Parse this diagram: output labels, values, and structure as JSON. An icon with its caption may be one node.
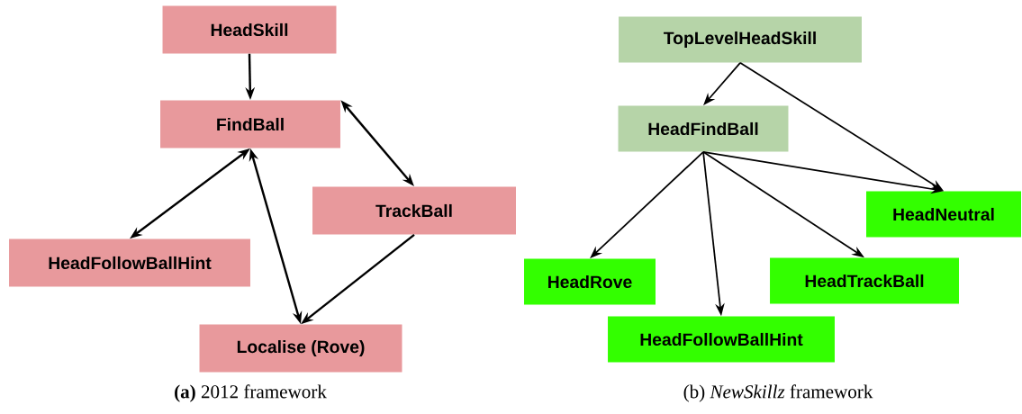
{
  "diagram": {
    "nodes": [
      {
        "text": [
          "HeadSkill"
        ]
      },
      {
        "text": [
          "FindBall"
        ]
      },
      {
        "text": [
          "TrackBall"
        ]
      },
      {
        "text": [
          "HeadFollowBallHint"
        ]
      },
      {
        "text": [
          "Localise (Rove)"
        ]
      },
      {
        "text": [
          "TopLevelHeadSkill"
        ]
      },
      {
        "text": [
          "HeadFindBall"
        ]
      },
      {
        "text": [
          "HeadNeutral"
        ]
      },
      {
        "text": [
          "HeadRove"
        ]
      },
      {
        "text": [
          "HeadTrackBall"
        ]
      },
      {
        "text": [
          "HeadFollowBallHint"
        ]
      }
    ],
    "edges": [
      {
        "from": 0,
        "to": 1,
        "arrow": "to"
      },
      {
        "from": 1,
        "to": 2,
        "arrow": "both"
      },
      {
        "from": 1,
        "to": 3,
        "arrow": "both"
      },
      {
        "from": 1,
        "to": 4,
        "arrow": "both"
      },
      {
        "from": 2,
        "to": 4,
        "arrow": "to"
      },
      {
        "from": 5,
        "to": 6,
        "arrow": "to"
      },
      {
        "from": 5,
        "to": 7,
        "arrow": "to"
      },
      {
        "from": 6,
        "to": 7,
        "arrow": "to"
      },
      {
        "from": 6,
        "to": 8,
        "arrow": "to"
      },
      {
        "from": 6,
        "to": 10,
        "arrow": "to"
      },
      {
        "from": 6,
        "to": 9,
        "arrow": "to"
      }
    ],
    "labels": [
      "**(a)** 2012 framework",
      "(b) *NewSkillz* framework"
    ]
  }
}
